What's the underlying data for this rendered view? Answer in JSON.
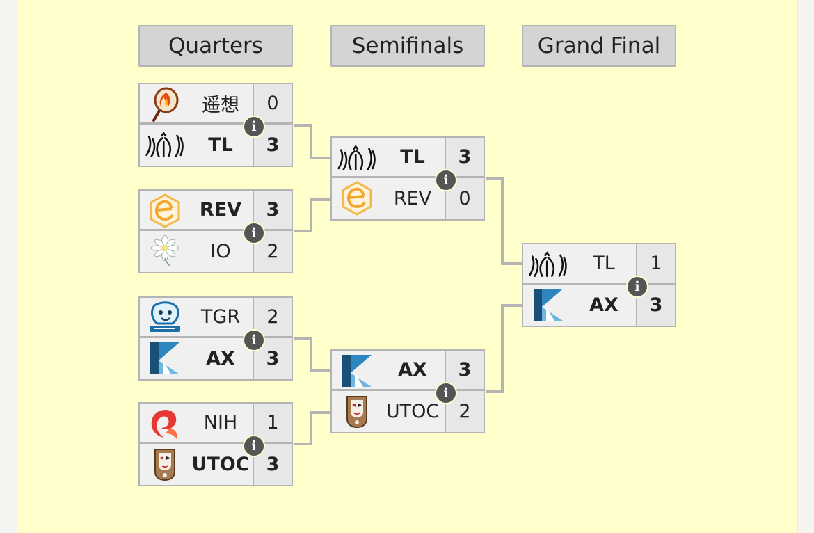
{
  "rounds": [
    "Quarters",
    "Semifinals",
    "Grand Final"
  ],
  "matches": {
    "qf1": {
      "top": {
        "name": "遥想",
        "score": "0",
        "logo": "fire-emblem"
      },
      "bottom": {
        "name": "TL",
        "score": "3",
        "logo": "lotus-mark"
      },
      "winner": "bottom"
    },
    "qf2": {
      "top": {
        "name": "REV",
        "score": "3",
        "logo": "e-hexagon"
      },
      "bottom": {
        "name": "IO",
        "score": "2",
        "logo": "daisy-flower"
      },
      "winner": "top"
    },
    "qf3": {
      "top": {
        "name": "TGR",
        "score": "2",
        "logo": "bear-crest"
      },
      "bottom": {
        "name": "AX",
        "score": "3",
        "logo": "ax-mark"
      },
      "winner": "bottom"
    },
    "qf4": {
      "top": {
        "name": "NIH",
        "score": "1",
        "logo": "red-swirl"
      },
      "bottom": {
        "name": "UTOC",
        "score": "3",
        "logo": "mask-shield"
      },
      "winner": "bottom"
    },
    "sf1": {
      "top": {
        "name": "TL",
        "score": "3",
        "logo": "lotus-mark"
      },
      "bottom": {
        "name": "REV",
        "score": "0",
        "logo": "e-hexagon"
      },
      "winner": "top"
    },
    "sf2": {
      "top": {
        "name": "AX",
        "score": "3",
        "logo": "ax-mark"
      },
      "bottom": {
        "name": "UTOC",
        "score": "2",
        "logo": "mask-shield"
      },
      "winner": "top"
    },
    "gf": {
      "top": {
        "name": "TL",
        "score": "1",
        "logo": "lotus-mark"
      },
      "bottom": {
        "name": "AX",
        "score": "3",
        "logo": "ax-mark"
      },
      "winner": "bottom"
    }
  },
  "info_glyph": "i",
  "colors": {
    "background": "#ffffcc",
    "cell": "#f0f0f0",
    "border": "#b4b4b4",
    "connector": "#b4b4b4",
    "info": "#555555"
  }
}
